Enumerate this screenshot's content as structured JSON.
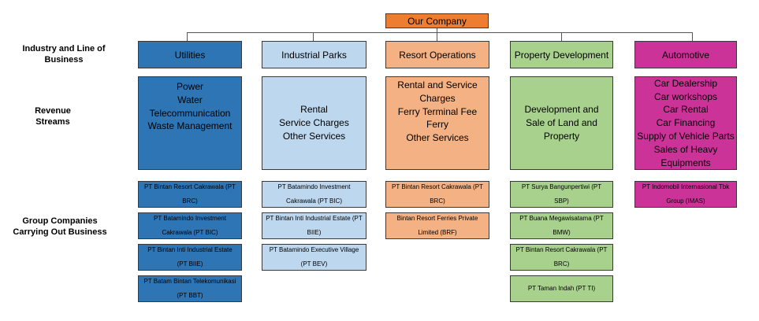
{
  "root": {
    "label": "Our Company",
    "color": "#ED7D31"
  },
  "row_labels": {
    "industry": "Industry and Line of Business",
    "revenue": "Revenue Streams",
    "companies": "Group Companies Carrying Out Business"
  },
  "columns": [
    {
      "key": "utilities",
      "header": "Utilities",
      "header_color": "#2E75B6",
      "revenue_color": "#2E75B6",
      "company_color": "#2E75B6",
      "revenue": [
        "Power",
        "Water",
        "Telecommunication",
        "Waste Management"
      ],
      "companies": [
        "PT Bintan Resort Cakrawala (PT BRC)",
        "PT Batamindo Investment Cakrawala (PT BIC)",
        "PT Bintan Inti Industrial Estate (PT BIIE)",
        "PT Batam Bintan Telekomunikasi (PT BBT)"
      ]
    },
    {
      "key": "industrial-parks",
      "header": "Industrial Parks",
      "header_color": "#BDD7EE",
      "revenue_color": "#BDD7EE",
      "company_color": "#BDD7EE",
      "revenue": [
        "Rental",
        "Service Charges",
        "Other Services"
      ],
      "companies": [
        "PT Batamindo Investment Cakrawala (PT BIC)",
        "PT Bintan Inti Industrial Estate (PT BIIE)",
        "PT Batamindo Executive Village (PT BEV)"
      ]
    },
    {
      "key": "resort-operations",
      "header": "Resort Operations",
      "header_color": "#F4B183",
      "revenue_color": "#F4B183",
      "company_color": "#F4B183",
      "revenue": [
        "Rental and Service Charges",
        "Ferry Terminal Fee",
        "Ferry",
        "Other Services"
      ],
      "companies": [
        "PT Bintan Resort Cakrawala (PT BRC)",
        "Bintan Resort Ferries Private Limited (BRF)"
      ]
    },
    {
      "key": "property-development",
      "header": "Property Development",
      "header_color": "#A9D18E",
      "revenue_color": "#A9D18E",
      "company_color": "#A9D18E",
      "revenue": [
        "Development and Sale of Land and Property"
      ],
      "companies": [
        "PT Surya Bangunpertiwi (PT SBP)",
        "PT Buana Megawisatama (PT BMW)",
        "PT Bintan Resort Cakrawala (PT BRC)",
        "PT Taman Indah (PT TI)"
      ]
    },
    {
      "key": "automotive",
      "header": "Automotive",
      "header_color": "#CC3399",
      "revenue_color": "#CC3399",
      "company_color": "#CC3399",
      "revenue": [
        "Car Dealership",
        "Car workshops",
        "Car Rental",
        "Car Financing",
        "Supply of Vehicle Parts",
        "Sales of Heavy Equipments"
      ],
      "companies": [
        "PT Indomobil Internasional Tbk Group (IMAS)"
      ]
    }
  ]
}
